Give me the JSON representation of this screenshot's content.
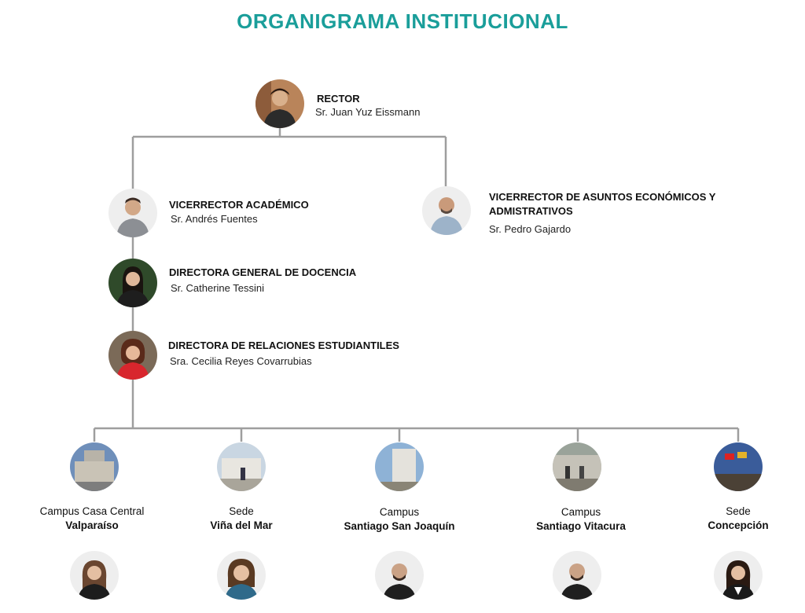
{
  "title": "ORGANIGRAMA INSTITUCIONAL",
  "rector": {
    "role": "RECTOR",
    "name": "Sr. Juan Yuz Eissmann"
  },
  "vicerrector_academico": {
    "role": "VICERRECTOR ACADÉMICO",
    "name": "Sr. Andrés Fuentes"
  },
  "vicerrector_economicos": {
    "role_line1": "VICERRECTOR DE ASUNTOS ECONÓMICOS Y",
    "role_line2": "ADMISTRATIVOS",
    "name": "Sr. Pedro Gajardo"
  },
  "directora_docencia": {
    "role": "DIRECTORA GENERAL DE DOCENCIA",
    "name": "Sr. Catherine Tessini"
  },
  "directora_estudiantiles": {
    "role": "DIRECTORA DE RELACIONES ESTUDIANTILES",
    "name": "Sra. Cecilia Reyes Covarrubias"
  },
  "campuses": [
    {
      "line1": "Campus Casa Central",
      "line2": "Valparaíso"
    },
    {
      "line1": "Sede",
      "line2": "Viña del Mar"
    },
    {
      "line1": "Campus",
      "line2": "Santiago San Joaquín"
    },
    {
      "line1": "Campus",
      "line2": "Santiago Vitacura"
    },
    {
      "line1": "Sede",
      "line2": "Concepción"
    }
  ],
  "colors": {
    "title": "#1a9e9a",
    "connector": "#9e9e9e"
  }
}
